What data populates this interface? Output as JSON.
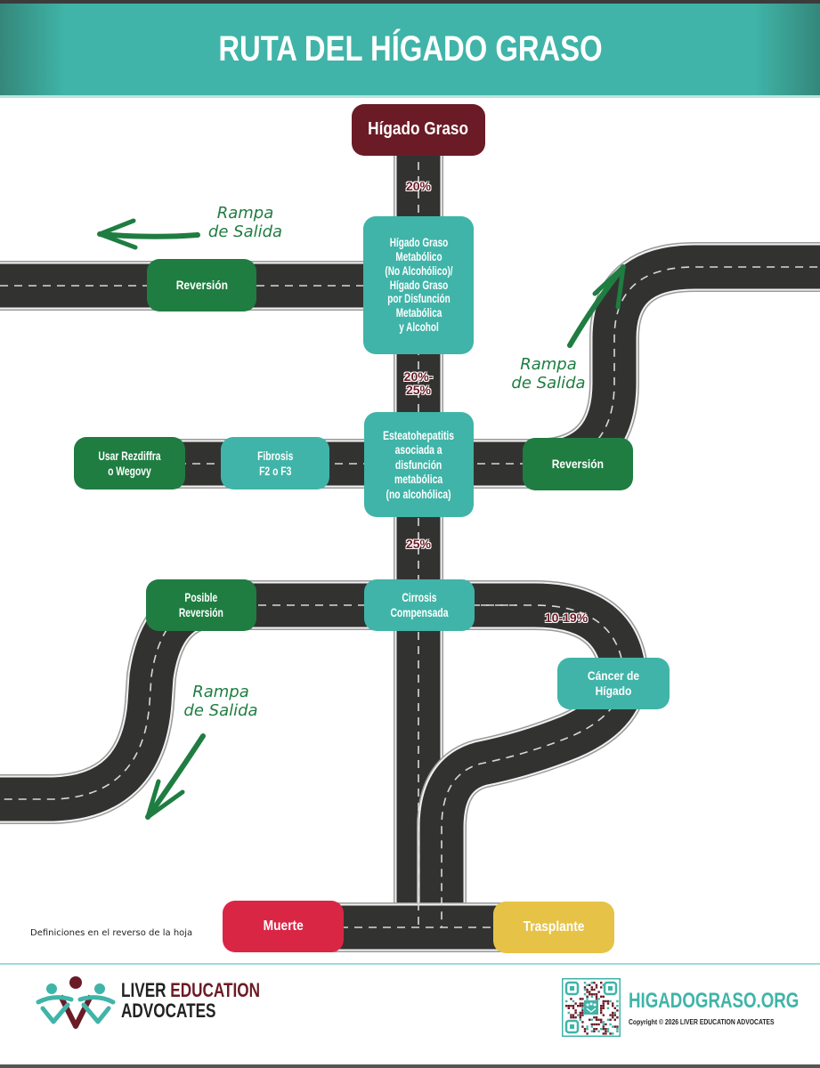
{
  "header": {
    "title": "RUTA DEL HÍGADO GRASO"
  },
  "colors": {
    "teal": "#40b4a8",
    "maroon": "#6b1b26",
    "green": "#1f7d41",
    "red": "#d92644",
    "yellow": "#e6c346",
    "road": "#323331"
  },
  "nodes": {
    "start": "Hígado Graso",
    "masld": "Hígado Graso Metabólico (No Alcohólico)/ Hígado Graso por Disfunción Metabólica y Alcohol",
    "masld_lines": [
      "Hígado Graso",
      "Metabólico",
      "(No Alcohólico)/",
      "Hígado Graso",
      "por Disfunción",
      "Metabólica",
      "y Alcohol"
    ],
    "reversion_1": "Reversión",
    "mash_lines": [
      "Esteatohepatitis",
      "asociada a",
      "disfunción",
      "metabólica",
      "(no alcohólica)"
    ],
    "fibrosis_lines": [
      "Fibrosis",
      "F2 o F3"
    ],
    "treatment_lines": [
      "Usar Rezdiffra",
      "o Wegovy"
    ],
    "reversion_2": "Reversión",
    "cirrhosis_lines": [
      "Cirrosis",
      "Compensada"
    ],
    "possible_reversion_lines": [
      "Posible",
      "Reversión"
    ],
    "cancer": "Cáncer de Hígado",
    "death": "Muerte",
    "transplant": "Trasplante"
  },
  "percentages": {
    "to_masld": "20%",
    "to_mash_lines": [
      "20%-",
      "25%"
    ],
    "to_cirrhosis": "25%",
    "to_cancer": "10-19%"
  },
  "exit_ramps": [
    {
      "lines": [
        "Rampa",
        "de Salida"
      ],
      "direction": "left"
    },
    {
      "lines": [
        "Rampa",
        "de Salida"
      ],
      "direction": "up-right"
    },
    {
      "lines": [
        "Rampa",
        "de Salida"
      ],
      "direction": "down-left"
    }
  ],
  "note": "Definiciones en el reverso de la hoja",
  "footer": {
    "brand_line1_a": "LIVER ",
    "brand_line1_b": "EDUCATION",
    "brand_line2": "ADVOCATES",
    "website": "HIGADOGRASO.ORG",
    "copyright": "Copyright © 2026 LIVER EDUCATION ADVOCATES"
  }
}
